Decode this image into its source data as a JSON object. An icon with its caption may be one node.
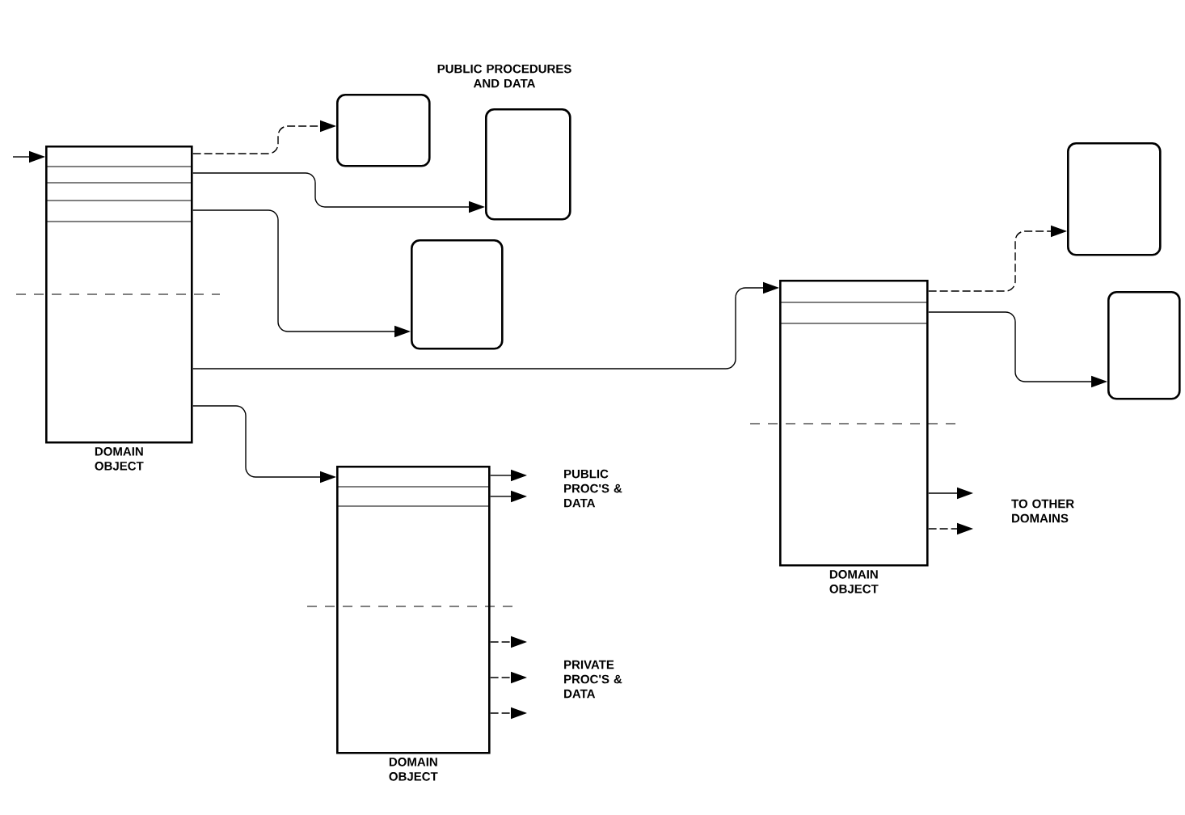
{
  "diagram": {
    "title": "PUBLIC PROCEDURES AND DATA",
    "nodes": [
      {
        "text": [
          "DOMAIN OBJECT"
        ]
      },
      {
        "text": [],
        "shape": "box"
      },
      {
        "text": [],
        "shape": "box"
      },
      {
        "text": [],
        "shape": "box"
      },
      {
        "text": [
          "DOMAIN OBJECT"
        ]
      },
      {
        "text": [
          "DOMAIN OBJECT"
        ]
      },
      {
        "text": [],
        "shape": "box"
      },
      {
        "text": [],
        "shape": "box"
      }
    ],
    "edges": [
      {
        "from": null,
        "to": 0,
        "arrow": "to"
      },
      {
        "from": 0,
        "to": 1,
        "arrow": "to",
        "style": "dashed"
      },
      {
        "from": 0,
        "to": 2,
        "arrow": "to"
      },
      {
        "from": 0,
        "to": 3,
        "arrow": "to"
      },
      {
        "from": 0,
        "to": 5,
        "arrow": "to"
      },
      {
        "from": 0,
        "to": 4,
        "arrow": "to"
      },
      {
        "from": 4,
        "to": null,
        "arrow": "to"
      },
      {
        "from": 4,
        "to": null,
        "arrow": "to"
      },
      {
        "from": 4,
        "to": null,
        "arrow": "to",
        "style": "dashed"
      },
      {
        "from": 4,
        "to": null,
        "arrow": "to",
        "style": "dashed"
      },
      {
        "from": 4,
        "to": null,
        "arrow": "to",
        "style": "dashed"
      },
      {
        "from": 5,
        "to": 6,
        "arrow": "to",
        "style": "dashed"
      },
      {
        "from": 5,
        "to": 7,
        "arrow": "to"
      },
      {
        "from": 5,
        "to": null,
        "arrow": "to"
      },
      {
        "from": 5,
        "to": null,
        "arrow": "to",
        "style": "dashed"
      }
    ],
    "labels": [
      "PUBLIC PROC'S & DATA",
      "PRIVATE PROC'S & DATA",
      "TO OTHER DOMAINS"
    ]
  }
}
